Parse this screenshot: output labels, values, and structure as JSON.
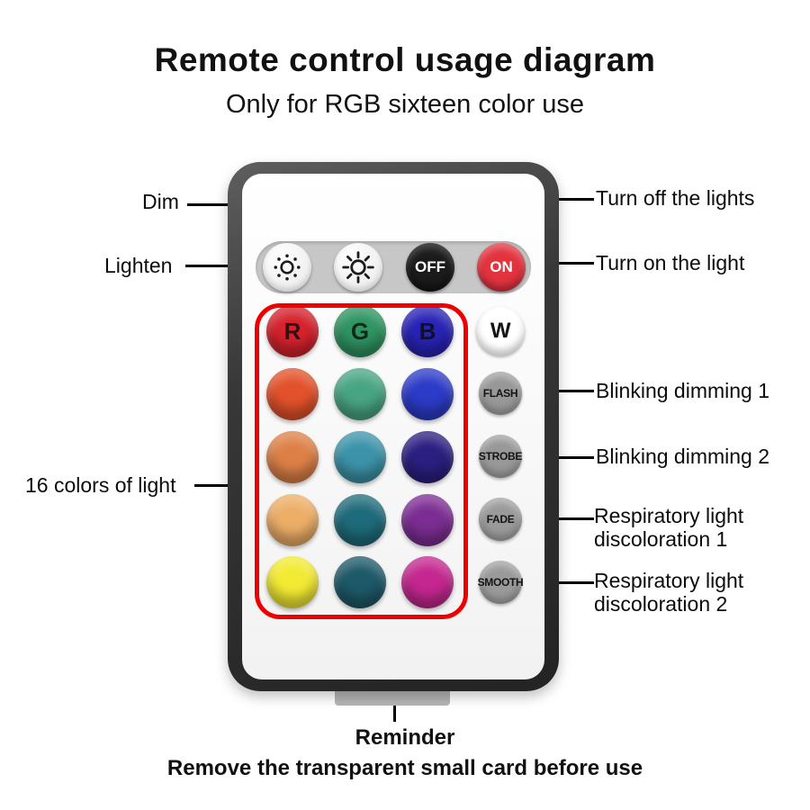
{
  "title": "Remote control usage diagram",
  "subtitle": "Only for RGB sixteen color use",
  "annotations": {
    "dim": "Dim",
    "lighten": "Lighten",
    "turn_off": "Turn off the lights",
    "turn_on": "Turn on the light",
    "sixteen_colors": "16 colors of light",
    "blinking1": "Blinking dimming 1",
    "blinking2": "Blinking dimming 2",
    "respiratory1_line1": "Respiratory light",
    "respiratory1_line2": "discoloration 1",
    "respiratory2_line1": "Respiratory light",
    "respiratory2_line2": "discoloration 2"
  },
  "remote": {
    "off": {
      "label": "OFF",
      "color": "#1b1b1b"
    },
    "on": {
      "label": "ON",
      "color": "#e2333f"
    },
    "highlight_outline_color": "#ee0000",
    "grid": [
      [
        {
          "label": "R",
          "color": "#d5222d"
        },
        {
          "label": "G",
          "color": "#2e9462"
        },
        {
          "label": "B",
          "color": "#2823b6"
        }
      ],
      [
        {
          "label": "",
          "color": "#e2512a"
        },
        {
          "label": "",
          "color": "#48a584"
        },
        {
          "label": "",
          "color": "#2c3bc8"
        }
      ],
      [
        {
          "label": "",
          "color": "#dd8047"
        },
        {
          "label": "",
          "color": "#3c93a9"
        },
        {
          "label": "",
          "color": "#2b1f80"
        }
      ],
      [
        {
          "label": "",
          "color": "#edae67"
        },
        {
          "label": "",
          "color": "#1e6b7b"
        },
        {
          "label": "",
          "color": "#7c2d93"
        }
      ],
      [
        {
          "label": "",
          "color": "#f2ea33"
        },
        {
          "label": "",
          "color": "#1d5968"
        },
        {
          "label": "",
          "color": "#c4278f"
        }
      ]
    ],
    "side_buttons": [
      {
        "label": "W",
        "color": "#ffffff"
      },
      {
        "label": "FLASH",
        "color": "#989898"
      },
      {
        "label": "STROBE",
        "color": "#989898"
      },
      {
        "label": "FADE",
        "color": "#9a9a9a"
      },
      {
        "label": "SMOOTH",
        "color": "#9a9a9a"
      }
    ]
  },
  "footer": {
    "reminder": "Reminder",
    "note": "Remove the transparent small card before use"
  }
}
